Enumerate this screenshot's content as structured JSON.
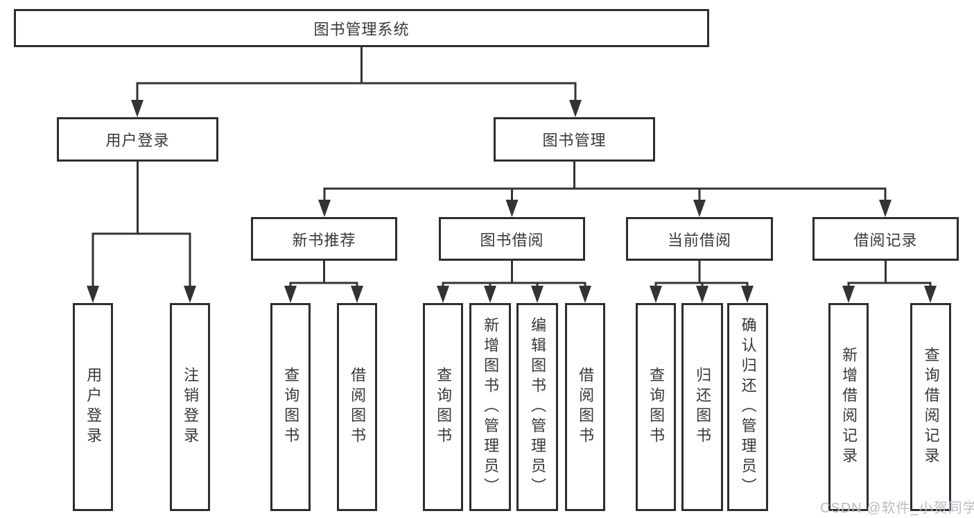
{
  "tree": {
    "root": {
      "label": "图书管理系统",
      "children": [
        {
          "label": "用户登录",
          "children": [
            {
              "label": "用户登录"
            },
            {
              "label": "注销登录"
            }
          ]
        },
        {
          "label": "图书管理",
          "children": [
            {
              "label": "新书推荐",
              "children": [
                {
                  "label": "查询图书"
                },
                {
                  "label": "借阅图书"
                }
              ]
            },
            {
              "label": "图书借阅",
              "children": [
                {
                  "label": "查询图书"
                },
                {
                  "label": "新增图书（管理员）"
                },
                {
                  "label": "编辑图书（管理员）"
                },
                {
                  "label": "借阅图书"
                }
              ]
            },
            {
              "label": "当前借阅",
              "children": [
                {
                  "label": "查询图书"
                },
                {
                  "label": "归还图书"
                },
                {
                  "label": "确认归还（管理员）"
                }
              ]
            },
            {
              "label": "借阅记录",
              "children": [
                {
                  "label": "新增借阅记录"
                },
                {
                  "label": "查询借阅记录"
                }
              ]
            }
          ]
        }
      ]
    }
  },
  "watermark": {
    "text": "CSDN @软件_小贺同学"
  },
  "colors": {
    "line": "#333333",
    "box_border": "#2d2d2d",
    "text": "#383838",
    "background": "#ffffff",
    "watermark": "#b7bdc6"
  }
}
